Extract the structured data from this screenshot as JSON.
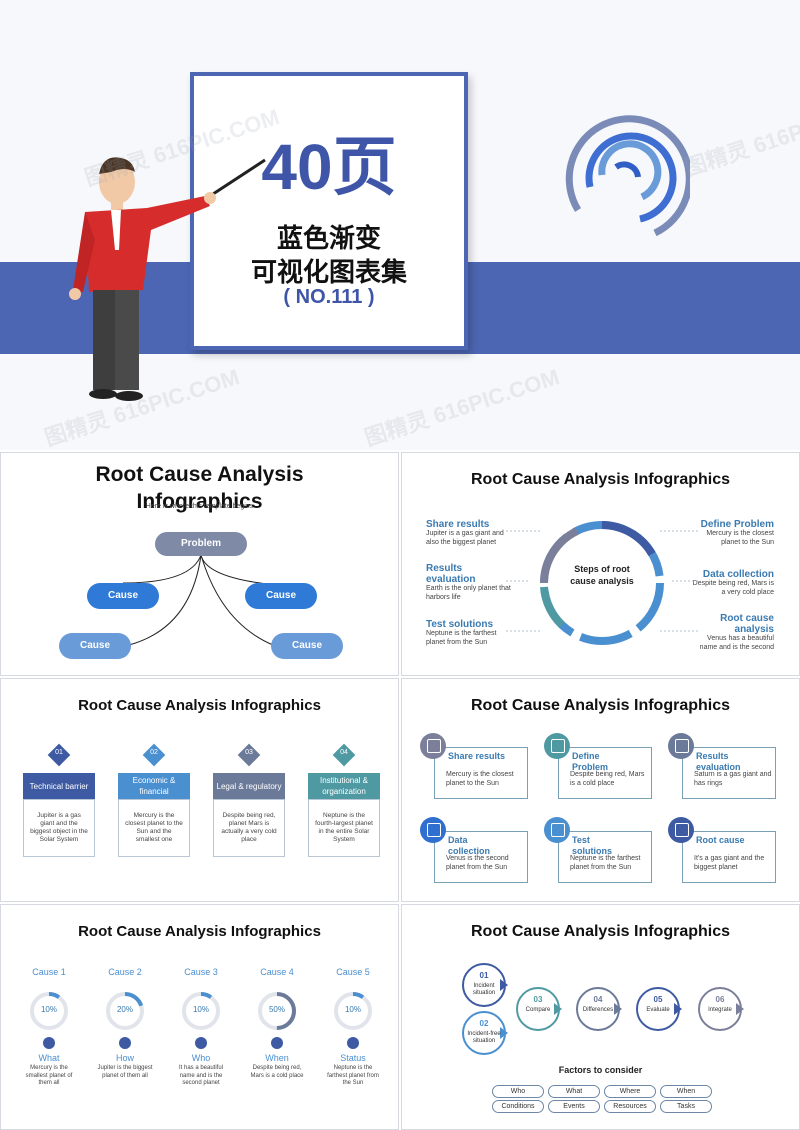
{
  "cover": {
    "number": "40页",
    "line1": "蓝色渐变",
    "line2": "可视化图表集",
    "code": "( NO.111 )"
  },
  "watermark": "图精灵 616PIC.COM",
  "s2": {
    "title": "Root Cause Analysis Infographics",
    "subtitle": "Here is where this template begins",
    "problem": "Problem",
    "cause": "Cause"
  },
  "s3": {
    "title": "Root Cause Analysis Infographics",
    "center": "Steps of root cause analysis",
    "items": [
      {
        "h": "Share results",
        "t": "Jupiter is a gas giant and also the biggest planet"
      },
      {
        "h": "Results evaluation",
        "t": "Earth is the only planet that harbors life"
      },
      {
        "h": "Test solutions",
        "t": "Neptune is the farthest planet from the Sun"
      },
      {
        "h": "Define Problem",
        "t": "Mercury is the closest planet to the Sun"
      },
      {
        "h": "Data collection",
        "t": "Despite being red, Mars is a very cold place"
      },
      {
        "h": "Root cause analysis",
        "t": "Venus has a beautiful name and is the second"
      }
    ]
  },
  "s4": {
    "title": "Root Cause Analysis Infographics",
    "cols": [
      {
        "n": "01",
        "h": "Technical barrier",
        "t": "Jupiter is a gas giant and the biggest object in the Solar System",
        "color": "#3d5aa3"
      },
      {
        "n": "02",
        "h": "Economic & financial",
        "t": "Mercury is the closest planet to the Sun and the smallest one",
        "color": "#4a8fd0"
      },
      {
        "n": "03",
        "h": "Legal & regulatory",
        "t": "Despite being red, planet Mars is actually a very cold place",
        "color": "#6b7a99"
      },
      {
        "n": "04",
        "h": "Institutional & organization",
        "t": "Neptune is the fourth-largest planet in the entire Solar System",
        "color": "#4f9aa2"
      }
    ]
  },
  "s5": {
    "title": "Root Cause Analysis Infographics",
    "items": [
      {
        "h": "Share results",
        "t": "Mercury is the closest planet to the Sun",
        "color": "#7c7f99"
      },
      {
        "h": "Define Problem",
        "t": "Despite being red, Mars is a cold place",
        "color": "#4f9aa2"
      },
      {
        "h": "Results evaluation",
        "t": "Saturn is a gas giant and has rings",
        "color": "#6b7a99"
      },
      {
        "h": "Data collection",
        "t": "Venus is the second planet from the Sun",
        "color": "#2f6fd0"
      },
      {
        "h": "Test solutions",
        "t": "Neptune is the farthest planet from the Sun",
        "color": "#4a8fd0"
      },
      {
        "h": "Root cause",
        "t": "It's a gas giant and the biggest planet",
        "color": "#3d5aa3"
      }
    ]
  },
  "s6": {
    "title": "Root Cause Analysis Infographics",
    "items": [
      {
        "c": "Cause 1",
        "p": "10%",
        "v": 0.1,
        "h": "What",
        "t": "Mercury is the smallest planet of them all"
      },
      {
        "c": "Cause 2",
        "p": "20%",
        "v": 0.2,
        "h": "How",
        "t": "Jupiter is the biggest planet of them all"
      },
      {
        "c": "Cause 3",
        "p": "10%",
        "v": 0.1,
        "h": "Who",
        "t": "It has a beautiful name and is the second planet"
      },
      {
        "c": "Cause 4",
        "p": "50%",
        "v": 0.5,
        "h": "When",
        "t": "Despite being red, Mars is a cold place"
      },
      {
        "c": "Cause 5",
        "p": "10%",
        "v": 0.1,
        "h": "Status",
        "t": "Neptune is the farthest planet from the Sun"
      }
    ]
  },
  "s7": {
    "title": "Root Cause Analysis Infographics",
    "steps": [
      {
        "n": "01",
        "t": "Incident situation"
      },
      {
        "n": "02",
        "t": "Incident-free situation"
      },
      {
        "n": "03",
        "t": "Compare"
      },
      {
        "n": "04",
        "t": "Differences"
      },
      {
        "n": "05",
        "t": "Evaluate"
      },
      {
        "n": "06",
        "t": "Integrate"
      }
    ],
    "factors_title": "Factors to consider",
    "factors": [
      "Who",
      "What",
      "Where",
      "When",
      "Conditions",
      "Events",
      "Resources",
      "Tasks"
    ]
  }
}
